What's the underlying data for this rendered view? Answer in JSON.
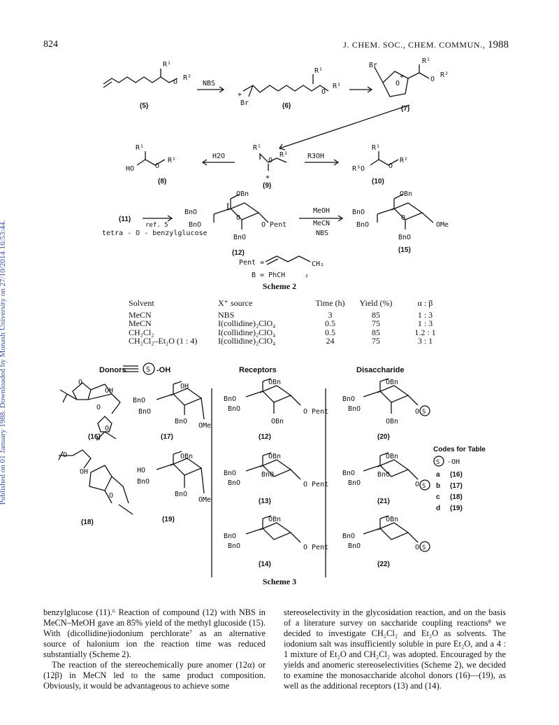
{
  "header": {
    "page_number": "824",
    "running_head": "J. CHEM. SOC., CHEM. COMMUN.,",
    "year": "1988"
  },
  "sidebar_note": "Published on 01 January 1988. Downloaded by Monash University on 27/10/2014 16:53:44.",
  "scheme2": {
    "arrow_nbs": "NBS",
    "arrow_h2o": "H2O",
    "arrow_r3oh": "R3OH",
    "arrow_ref": "ref. 5",
    "arrow_meoh": "MeOH",
    "arrow_mecn": "MeCN",
    "arrow_nbs2": "NBS",
    "labels": [
      "(5)",
      "(6)",
      "(7)",
      "(8)",
      "(9)",
      "(10)",
      "(11)",
      "(12)",
      "(15)"
    ],
    "tetra": "tetra - O - benzylglucose",
    "pent_def": "Pent =",
    "b_def": "B = PhCH",
    "caption": "Scheme 2"
  },
  "table": {
    "headers": [
      "Solvent",
      "X⁺ source",
      "Time (h)",
      "Yield (%)",
      "α : β"
    ],
    "rows": [
      [
        "MeCN",
        "NBS",
        "3",
        "85",
        "1 : 3"
      ],
      [
        "MeCN",
        "I(collidine)₂ClO₄",
        "0.5",
        "75",
        "1 : 3"
      ],
      [
        "CH₂Cl₂",
        "I(collidine)₂ClO₄",
        "0.5",
        "85",
        "1.2 : 1"
      ],
      [
        "CH₂Cl₂–Et₂O (1 : 4)",
        "I(collidine)₂ClO₄",
        "24",
        "75",
        "3 : 1"
      ]
    ]
  },
  "scheme3": {
    "donors": "Donors",
    "donors_tail": "-OH",
    "receptors": "Receptors",
    "disaccharide": "Disaccharide",
    "labels": [
      "(16)",
      "(17)",
      "(12)",
      "(20)",
      "(18)",
      "(19)",
      "(13)",
      "(21)",
      "(14)",
      "(22)"
    ],
    "codes_title": "Codes for Table",
    "codes": [
      {
        "code": "a",
        "ref": "(16)"
      },
      {
        "code": "b",
        "ref": "(17)"
      },
      {
        "code": "c",
        "ref": "(18)"
      },
      {
        "code": "d",
        "ref": "(19)"
      }
    ],
    "caption": "Scheme 3"
  },
  "body": {
    "left_p1": "benzylglucose (11).⁶ Reaction of compound (12) with NBS in MeCN–MeOH gave an 85% yield of the methyl glucoside (15). With (dicollidine)iodonium perchlorate⁷ as an alternative source of halonium ion the reaction time was reduced substantially (Scheme 2).",
    "left_p2": "The reaction of the stereochemically pure anomer (12α) or (12β) in MeCN led to the same product composition. Obviously, it would be advantageous to achieve some",
    "right_p1": "stereoselectivity in the glycosidation reaction, and on the basis of a literature survey on saccharide coupling reactions⁸ we decided to investigate CH₂Cl₂ and Et₂O as solvents. The iodonium salt was insufficiently soluble in pure Et₂O, and a 4 : 1 mixture of Et₂O and CH₂Cl₂ was adopted. Encouraged by the yields and anomeric stereoselectivities (Scheme 2), we decided to examine the monosaccharide alcohol donors (16)—(19), as well as the additional receptors (13) and (14)."
  }
}
